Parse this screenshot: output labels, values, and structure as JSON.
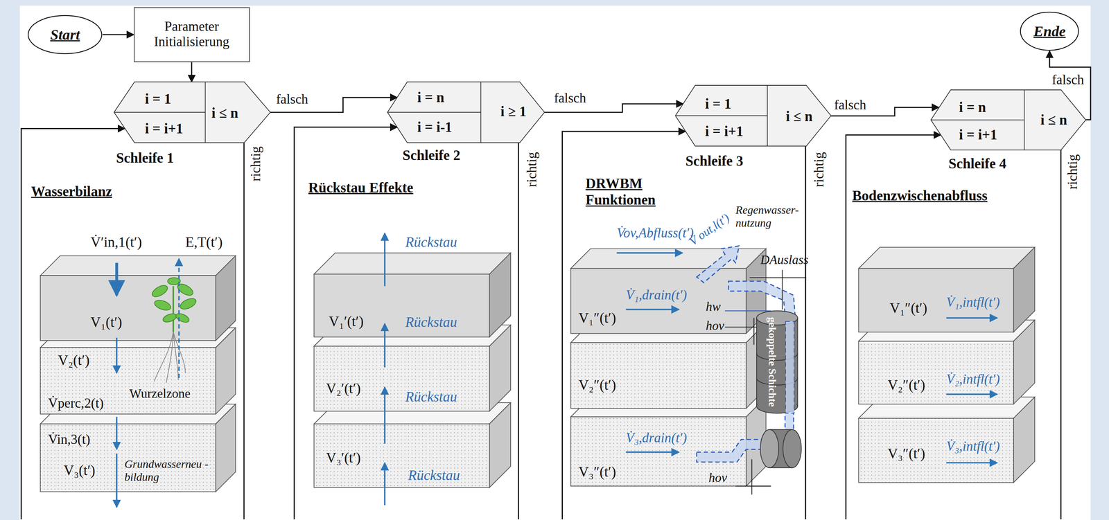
{
  "diagram": {
    "nodes": [
      {
        "text": [
          "Start"
        ]
      },
      {
        "text": [
          "Parameter Initialisierung"
        ]
      },
      {
        "text": [
          "i = 1",
          "i = i+1",
          "i ≤ n"
        ]
      },
      {
        "text": [
          "Schleife 1",
          "Wasserbilanz"
        ]
      },
      {
        "text": [
          "V₁(t′)"
        ],
        "in": 3
      },
      {
        "text": [
          "V₂(t′)",
          "V̇perc,2(t)",
          "Wurzelzone"
        ],
        "in": 3
      },
      {
        "text": [
          "V̇in,3(t)",
          "V₃(t′)",
          "Grundwasserneu -bildung"
        ],
        "in": 3
      },
      {
        "text": [
          "i = n",
          "i = i-1",
          "i ≥ 1"
        ]
      },
      {
        "text": [
          "Schleife 2",
          "Rückstau Effekte"
        ]
      },
      {
        "text": [
          "V₁′(t′)",
          "Rückstau"
        ],
        "in": 8
      },
      {
        "text": [
          "V₂′(t′)",
          "Rückstau"
        ],
        "in": 8
      },
      {
        "text": [
          "V₃′(t′)",
          "Rückstau"
        ],
        "in": 8
      },
      {
        "text": [
          "i = 1",
          "i = i+1",
          "i ≤ n"
        ]
      },
      {
        "text": [
          "Schleife 3",
          "DRWBM Funktionen"
        ]
      },
      {
        "text": [
          "V̇₁,drain(t′)",
          "hw",
          "hov",
          "V₁″(t′)"
        ],
        "in": 13
      },
      {
        "text": [
          "V₂″(t′)"
        ],
        "in": 13
      },
      {
        "text": [
          "V̇₃,drain(t′)",
          "V₃″(t′)",
          "hov"
        ],
        "in": 13
      },
      {
        "text": [
          "gekoppelte Schichte"
        ],
        "in": 13
      },
      {
        "text": [
          "i = n",
          "i = i+1",
          "i ≤ n"
        ]
      },
      {
        "text": [
          "Schleife 4",
          "Bodenzwischenabfluss"
        ]
      },
      {
        "text": [
          "V₁″(t′)",
          "V̇₁,intfl(t′)"
        ],
        "in": 19
      },
      {
        "text": [
          "V₂″(t′)",
          "V̇₂,intfl(t′)"
        ],
        "in": 19
      },
      {
        "text": [
          "V₃″(t′)",
          "V̇₃,intfl(t′)"
        ],
        "in": 19
      },
      {
        "text": [
          "Ende"
        ]
      }
    ],
    "edges": [
      {
        "from": 0,
        "to": 1,
        "arrow": "to"
      },
      {
        "from": 1,
        "to": 2,
        "arrow": "to"
      },
      {
        "from": 2,
        "to": 3,
        "label": "richtig",
        "arrow": "none"
      },
      {
        "from": 3,
        "to": 2,
        "arrow": "to"
      },
      {
        "from": 2,
        "to": 7,
        "label": "falsch",
        "arrow": "to"
      },
      {
        "from": 7,
        "to": 8,
        "label": "richtig",
        "arrow": "none"
      },
      {
        "from": 8,
        "to": 7,
        "arrow": "to"
      },
      {
        "from": 7,
        "to": 12,
        "label": "falsch",
        "arrow": "to"
      },
      {
        "from": 12,
        "to": 13,
        "label": "richtig",
        "arrow": "none"
      },
      {
        "from": 13,
        "to": 12,
        "arrow": "to"
      },
      {
        "from": 12,
        "to": 18,
        "label": "falsch",
        "arrow": "to"
      },
      {
        "from": 18,
        "to": 19,
        "label": "richtig",
        "arrow": "none"
      },
      {
        "from": 19,
        "to": 18,
        "arrow": "to"
      },
      {
        "from": 18,
        "to": 23,
        "label": "falsch",
        "arrow": "to"
      }
    ],
    "labels": [
      "V̇′in,1(t′)",
      "E,T(t′)",
      "Rückstau",
      "V̇ov,Abfluss(t′)",
      "V̇ out,l(t′)",
      "Regenwasser- nutzung",
      "DAuslass"
    ]
  }
}
